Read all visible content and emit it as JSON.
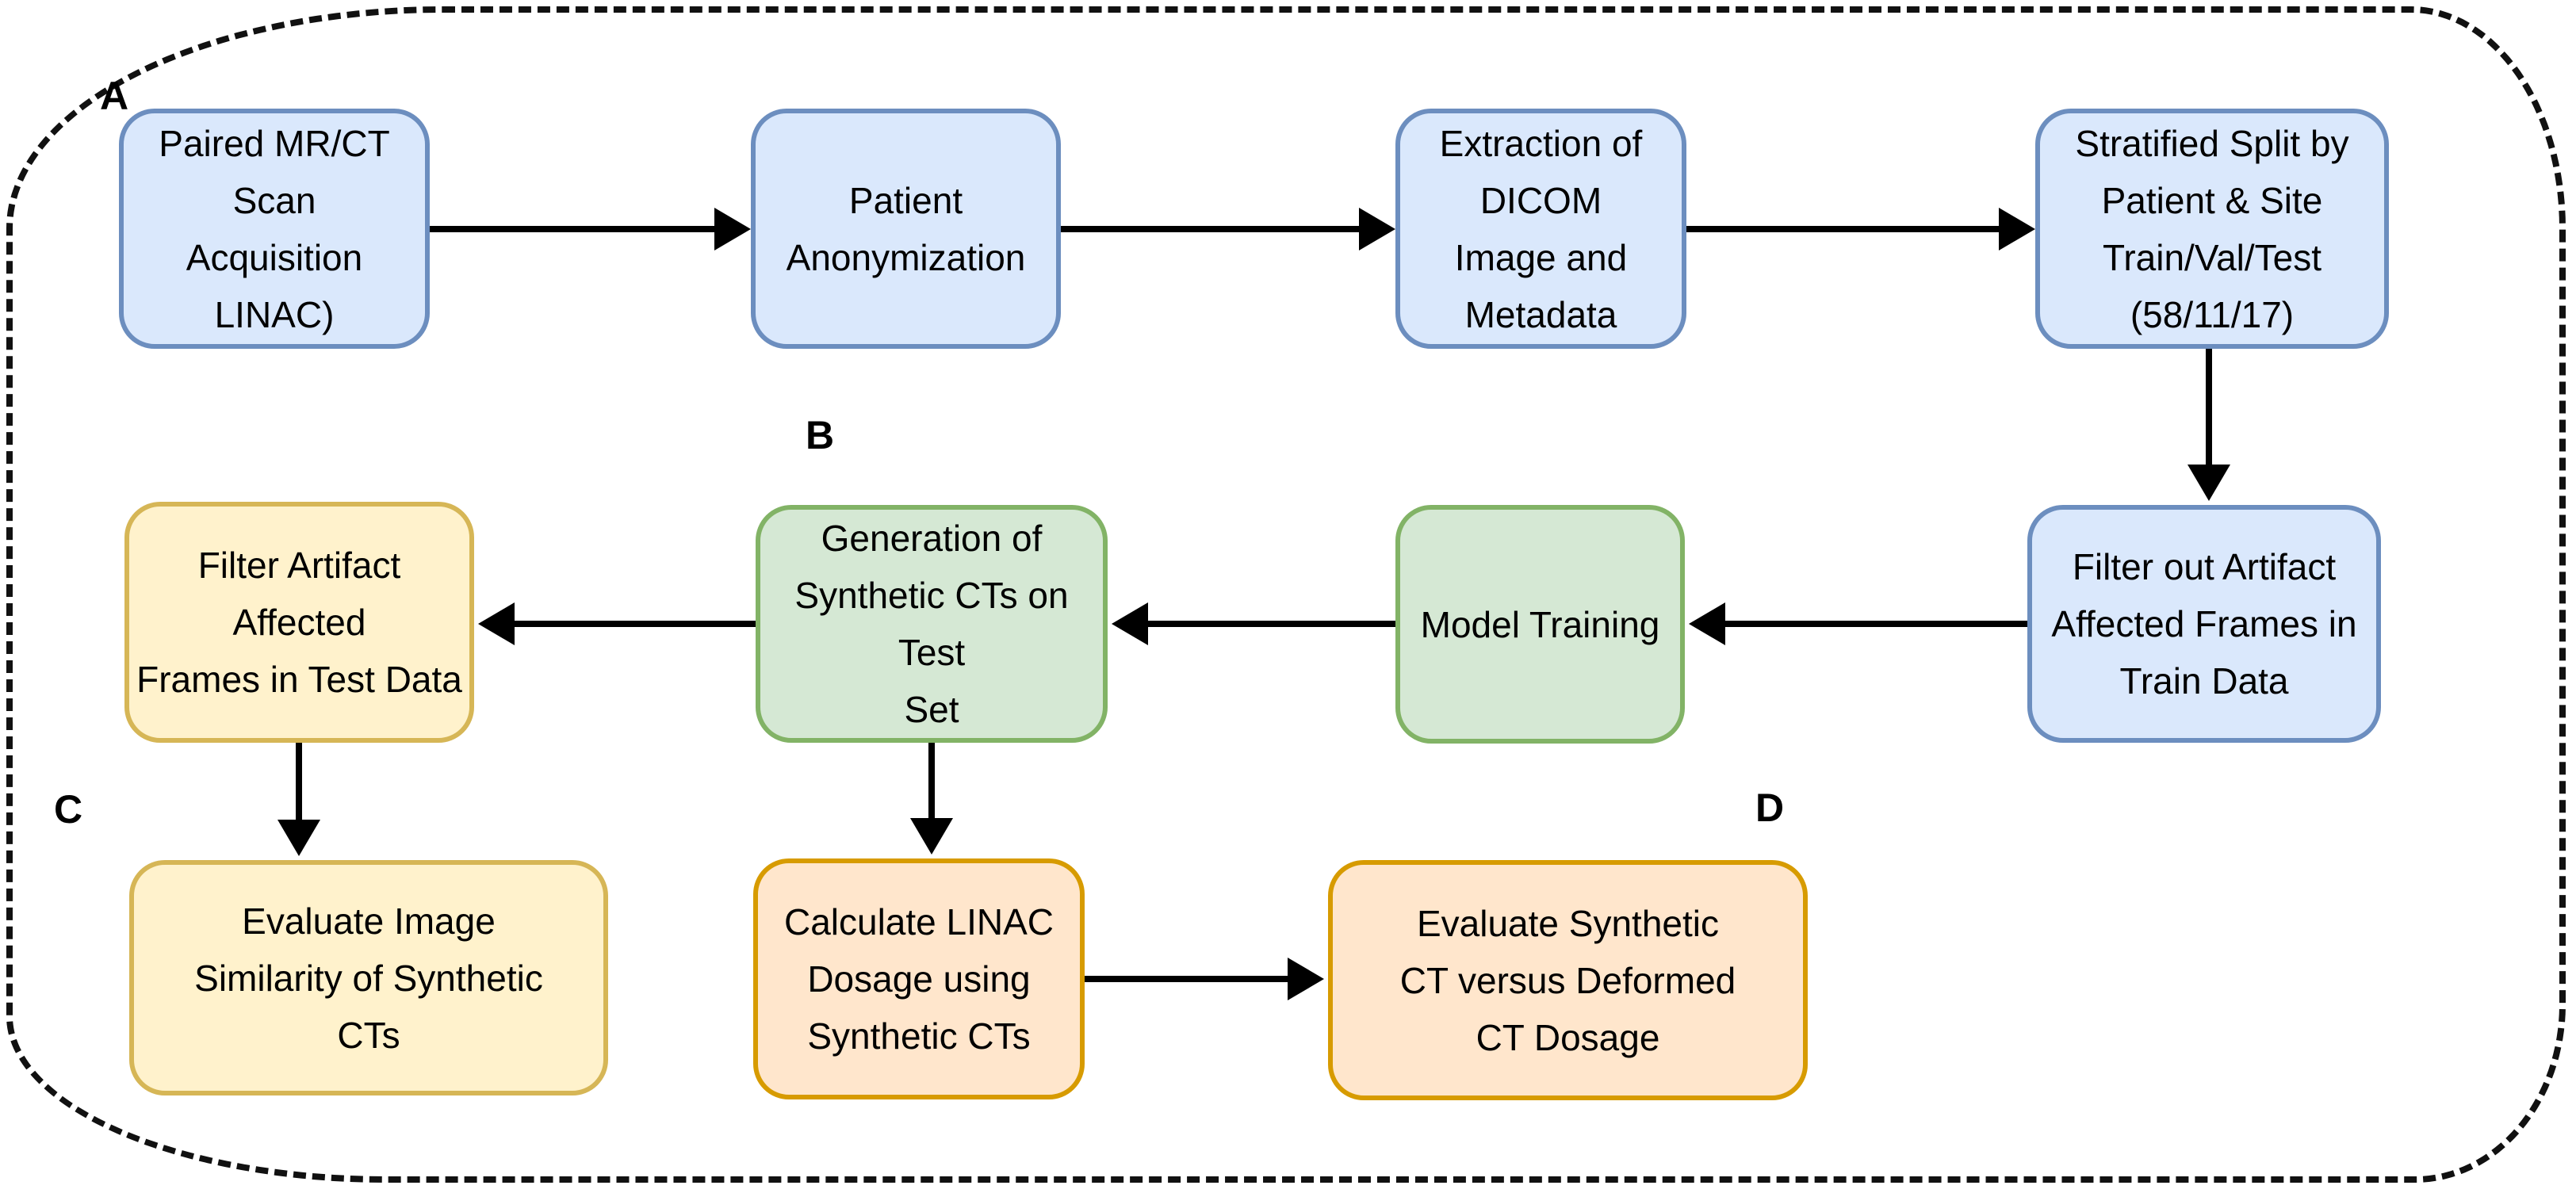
{
  "section_labels": {
    "a": "A",
    "b": "B",
    "c": "C",
    "d": "D"
  },
  "nodes": {
    "paired_scan": {
      "label": "Paired MR/CT Scan\nAcquisition LINAC)"
    },
    "patient_anon": {
      "label": "Patient\nAnonymization"
    },
    "extraction": {
      "label": "Extraction of DICOM\nImage and Metadata"
    },
    "stratified": {
      "label": "Stratified Split by\nPatient & Site\nTrain/Val/Test\n(58/11/17)"
    },
    "filter_train": {
      "label": "Filter out Artifact\nAffected Frames in\nTrain Data"
    },
    "model_training": {
      "label": "Model Training"
    },
    "generation": {
      "label": "Generation of\nSynthetic CTs on Test\nSet"
    },
    "filter_test": {
      "label": "Filter Artifact Affected\nFrames in Test Data"
    },
    "eval_image": {
      "label": "Evaluate Image\nSimilarity of Synthetic\nCTs"
    },
    "calc_dosage": {
      "label": "Calculate LINAC\nDosage using\nSynthetic CTs"
    },
    "eval_dosage": {
      "label": "Evaluate Synthetic\nCT versus Deformed\nCT Dosage"
    }
  },
  "edges": [
    {
      "from": "paired_scan",
      "to": "patient_anon",
      "direction": "right"
    },
    {
      "from": "patient_anon",
      "to": "extraction",
      "direction": "right"
    },
    {
      "from": "extraction",
      "to": "stratified",
      "direction": "right"
    },
    {
      "from": "stratified",
      "to": "filter_train",
      "direction": "down"
    },
    {
      "from": "filter_train",
      "to": "model_training",
      "direction": "left"
    },
    {
      "from": "model_training",
      "to": "generation",
      "direction": "left"
    },
    {
      "from": "generation",
      "to": "filter_test",
      "direction": "left"
    },
    {
      "from": "filter_test",
      "to": "eval_image",
      "direction": "down"
    },
    {
      "from": "generation",
      "to": "calc_dosage",
      "direction": "down"
    },
    {
      "from": "calc_dosage",
      "to": "eval_dosage",
      "direction": "right"
    }
  ],
  "colors": {
    "blue_fill": "#dae8fc",
    "blue_stroke": "#6c8ebf",
    "green_fill": "#d5e8d4",
    "green_stroke": "#82b366",
    "yellow_fill": "#fff2cc",
    "yellow_stroke": "#d6b656",
    "orange_fill": "#ffe6cc",
    "orange_stroke": "#d79b00",
    "arrow": "#000000",
    "border": "#111111"
  }
}
